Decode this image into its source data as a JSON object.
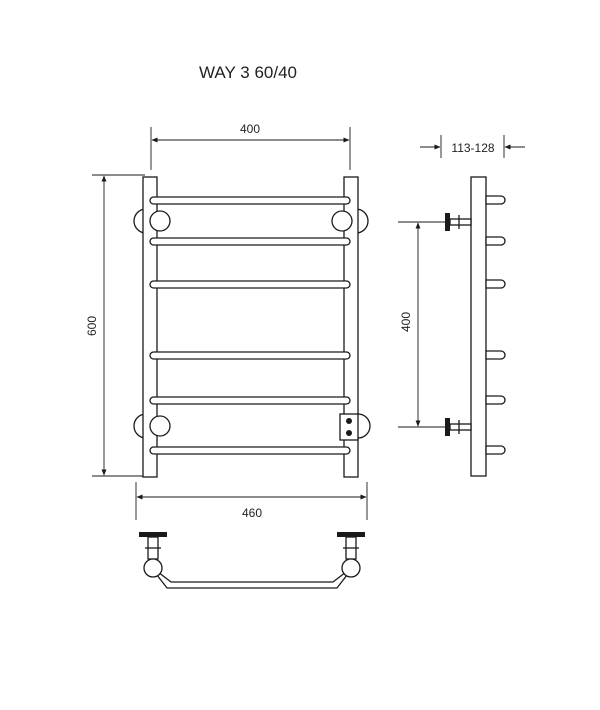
{
  "title": "WAY 3 60/40",
  "dimensions": {
    "top_width": "400",
    "height": "600",
    "bottom_width": "460",
    "side_depth": "113-128",
    "side_connection": "400"
  },
  "colors": {
    "line": "#1a1a1a",
    "background": "#ffffff"
  }
}
